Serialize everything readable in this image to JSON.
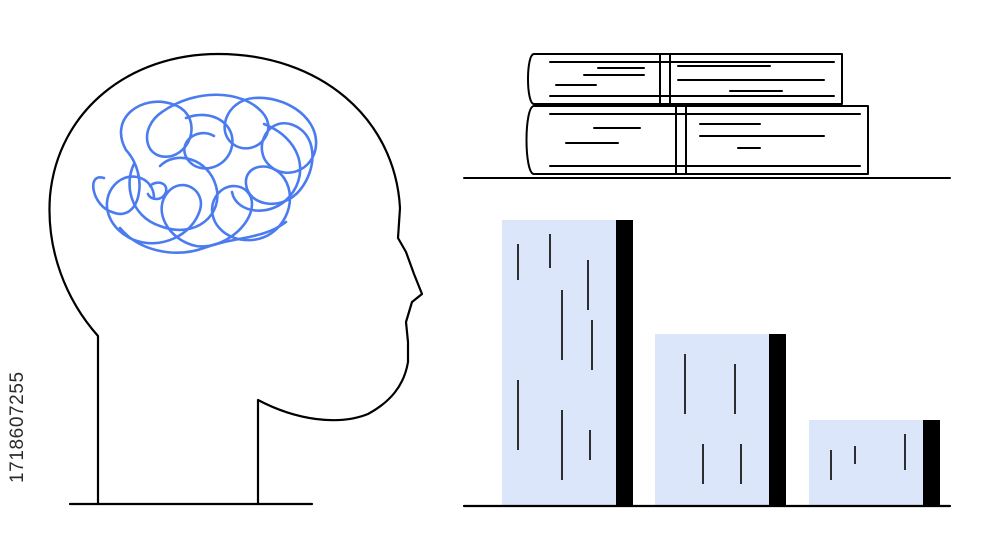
{
  "illustration": {
    "stock_id": "1718607255",
    "colors": {
      "outline": "#000000",
      "thought_scribble": "#4a7cf0",
      "bar_fill": "#dbe6fb",
      "bar_edge": "#000000",
      "background": "#ffffff"
    },
    "elements": [
      "head-silhouette",
      "tangled-thoughts",
      "book-stack",
      "descending-bar-chart"
    ],
    "bars": [
      {
        "level": 1.0
      },
      {
        "level": 0.6
      },
      {
        "level": 0.3
      }
    ]
  }
}
